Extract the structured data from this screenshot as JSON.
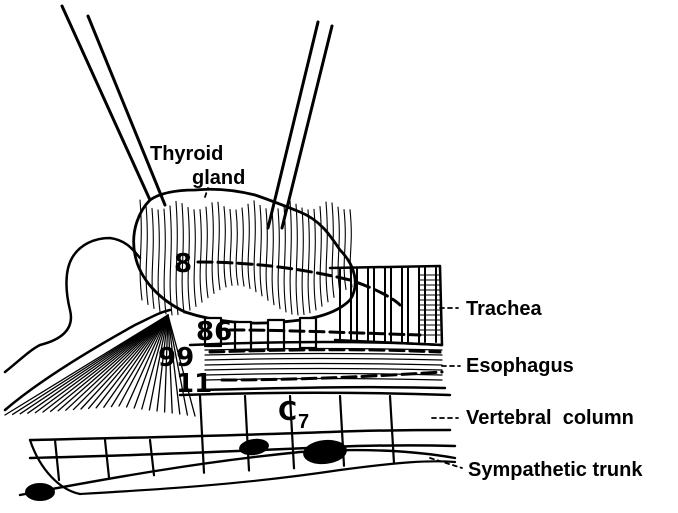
{
  "labels": {
    "thyroid_line1": "Thyroid",
    "thyroid_line2": "gland",
    "trachea": "Trachea",
    "esophagus": "Esophagus",
    "vertebral": "Vertebral  column",
    "sympathetic": "Sympathetic trunk"
  },
  "markers": {
    "n8": "8",
    "n86": "86",
    "n99": "99",
    "n11": "11",
    "c7_letter": "C",
    "c7_sub": "7"
  }
}
